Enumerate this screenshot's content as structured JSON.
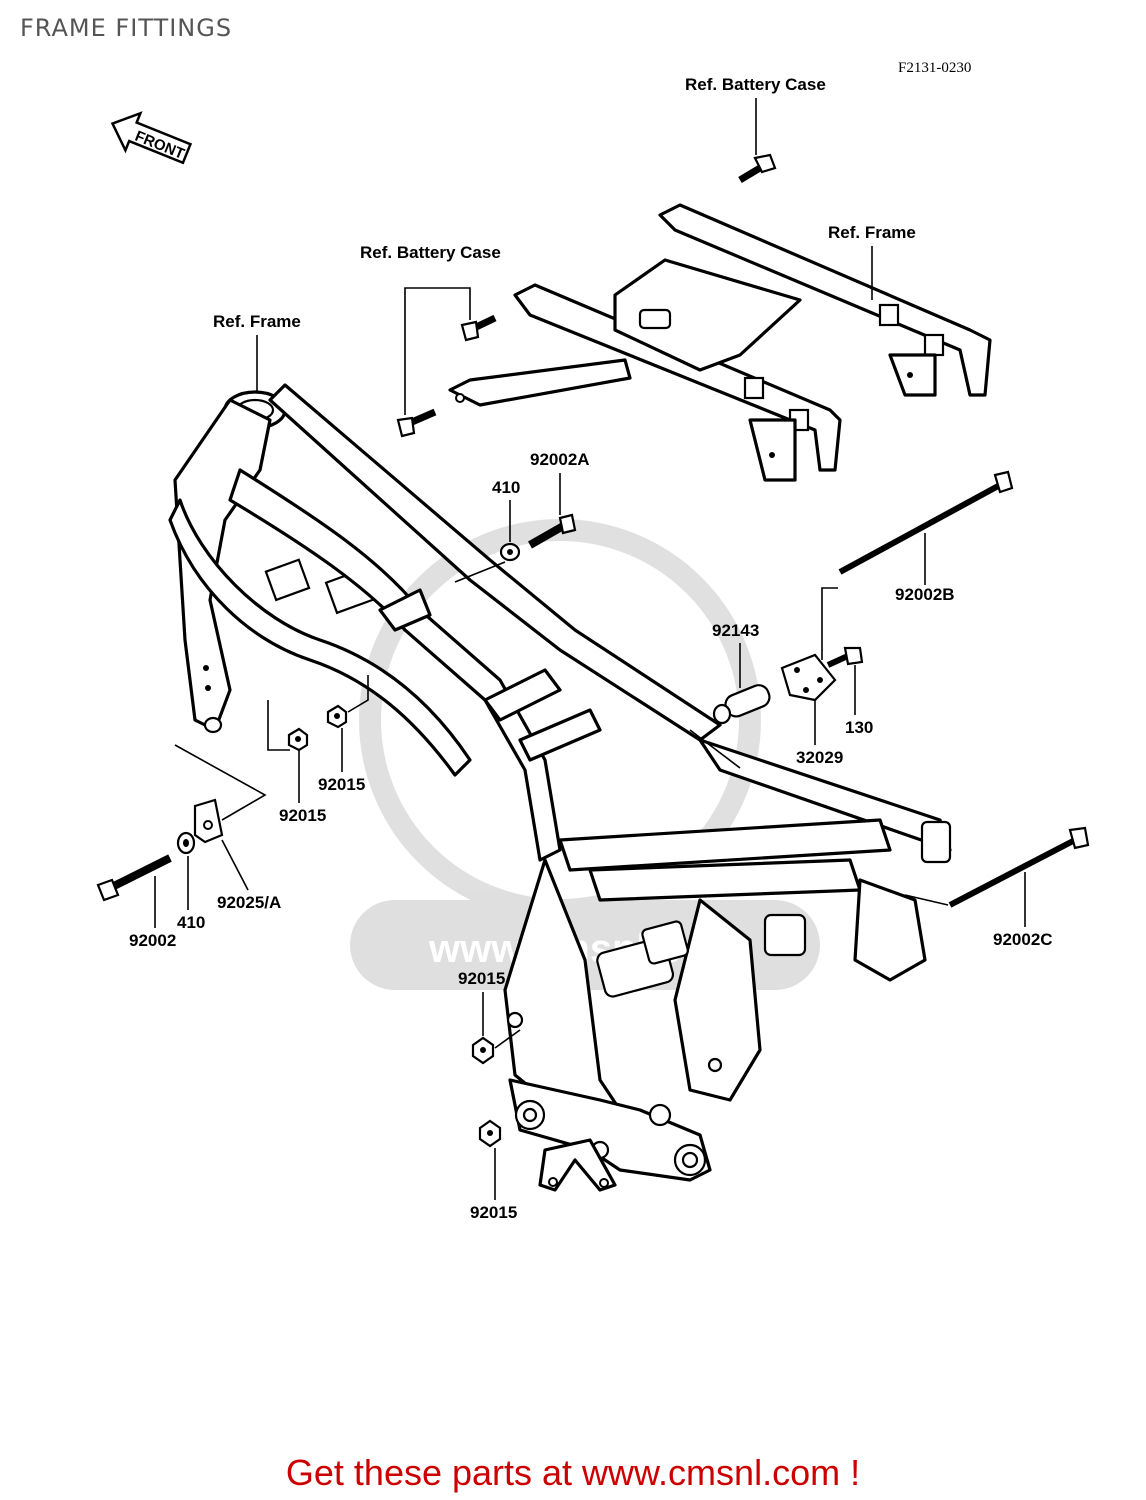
{
  "header": {
    "title": "FRAME FITTINGS"
  },
  "diagram": {
    "code": "F2131-0230",
    "front_label": "FRONT",
    "labels": {
      "ref_battery_case_top": "Ref. Battery Case",
      "ref_frame_top": "Ref. Frame",
      "ref_battery_case_mid": "Ref. Battery Case",
      "ref_frame_left": "Ref. Frame",
      "p92002A": "92002A",
      "p410_top": "410",
      "p92002B": "92002B",
      "p92143": "92143",
      "p130": "130",
      "p32029": "32029",
      "p92015_a": "92015",
      "p92015_b": "92015",
      "p92025A": "92025/A",
      "p410_left": "410",
      "p92002": "92002",
      "p92002C": "92002C",
      "p92015_c": "92015",
      "p92015_d": "92015"
    },
    "watermark": "www.cmsnl.com"
  },
  "footer": {
    "text": "Get these parts at www.cmsnl.com !"
  },
  "colors": {
    "footer": "#cc0000",
    "title": "#555555",
    "line": "#000000"
  }
}
